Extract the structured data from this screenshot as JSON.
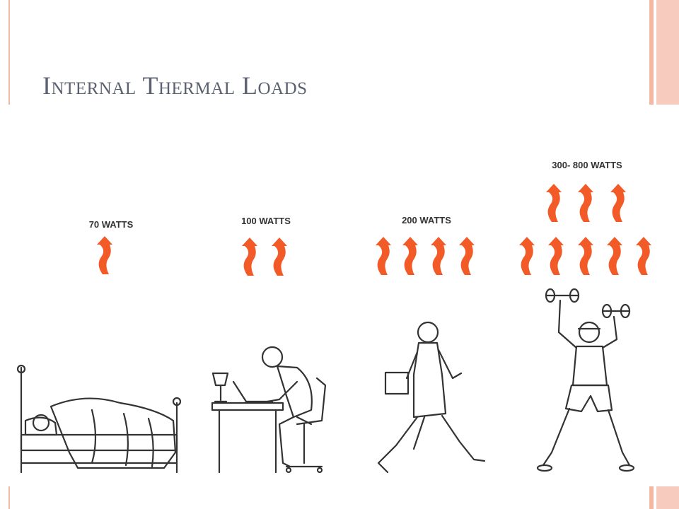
{
  "slide": {
    "title": "Internal Thermal Loads"
  },
  "colors": {
    "heat": "#f25a28",
    "ink": "#333333",
    "title": "#5b6170",
    "accent": "#f3b8a5"
  },
  "activities": [
    {
      "label": "70 WATTS",
      "heat_arrows": 1,
      "figure": "sleeping-person-icon"
    },
    {
      "label": "100 WATTS",
      "heat_arrows": 2,
      "figure": "seated-person-at-laptop-icon"
    },
    {
      "label": "200 WATTS",
      "heat_arrows": 4,
      "figure": "walking-person-icon"
    },
    {
      "label": "300- 800 WATTS",
      "heat_arrows": 8,
      "figure": "exercising-person-icon"
    }
  ]
}
